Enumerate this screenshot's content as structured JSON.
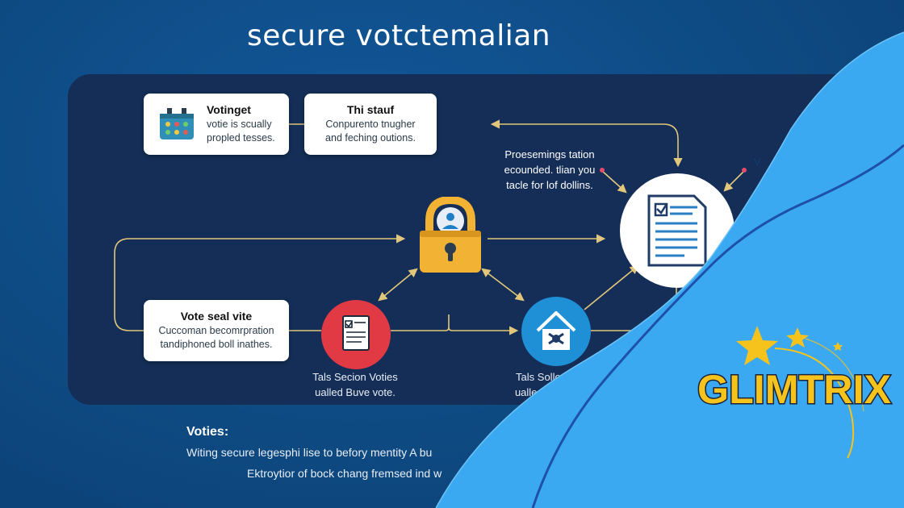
{
  "title": "secure votctemalian",
  "cards": {
    "voting": {
      "title": "Votinget",
      "desc_line1": "votie is scually",
      "desc_line2": "propled tesses."
    },
    "stauf": {
      "title": "Thi stauf",
      "desc_line1": "Conpurento tnugher",
      "desc_line2": "and feching outions."
    },
    "vote": {
      "title": "Vote seal vite",
      "desc_line1": "Cuccoman becomrpration",
      "desc_line2": "tandiphoned boll inathes."
    }
  },
  "captions": {
    "processing": {
      "line1": "Proesemings tation",
      "line2": "ecounded. tlian you",
      "line3": "tacle for lof dollins."
    },
    "left": {
      "line1": "Tals Secion Voties",
      "line2": "ualled Buve vote."
    },
    "right": {
      "line1": "Tals Sollon Voties",
      "line2": "ualled Eruse vote."
    },
    "edge": "V"
  },
  "notes": {
    "heading": "Voties:",
    "line1": "Witing secure legesphi lise to befory mentity A bu",
    "line2": "Ektroytior of bock chang fremsed ind w"
  },
  "brand": {
    "name": "GLIMTRIX"
  },
  "colors": {
    "background": "#0f4c84",
    "panel": "#142e57",
    "connector": "#e2c77a",
    "lock": "#f2b233",
    "doc_node": "#e23a44",
    "house_node": "#1f8fd6",
    "wave": "#3aa9f2",
    "wave_line": "#1e50a8",
    "brand_fill": "#f6c21c"
  },
  "icons": [
    "ballot-box-icon",
    "padlock-icon",
    "document-icon",
    "house-icon",
    "checklist-document-icon",
    "star-icon"
  ]
}
